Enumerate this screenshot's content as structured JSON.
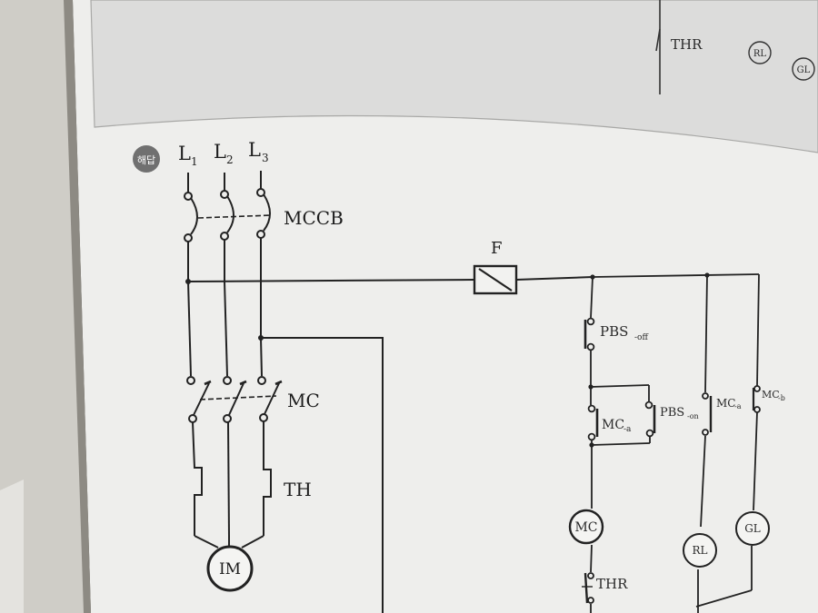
{
  "badge": "해답",
  "top_section": {
    "thr_label": "THR",
    "rl_label": "RL",
    "gl_label": "GL"
  },
  "power": {
    "lines": [
      "L",
      "L",
      "L"
    ],
    "line_subscripts": [
      "1",
      "2",
      "3"
    ],
    "breaker": "MCCB",
    "contactor": "MC",
    "thermal": "TH",
    "motor": "IM",
    "fuse": "F"
  },
  "control": {
    "pbs_off": "PBS",
    "pbs_off_sub": "-off",
    "mc_a_hold": "MC",
    "mc_a_hold_sub": "-a",
    "pbs_on": "PBS",
    "pbs_on_sub": "-on",
    "mc_a_rl": "MC",
    "mc_a_rl_sub": "-a",
    "mc_b_gl": "MC",
    "mc_b_gl_sub": "-b",
    "coil": "MC",
    "rl": "RL",
    "gl": "GL",
    "thr": "THR"
  }
}
